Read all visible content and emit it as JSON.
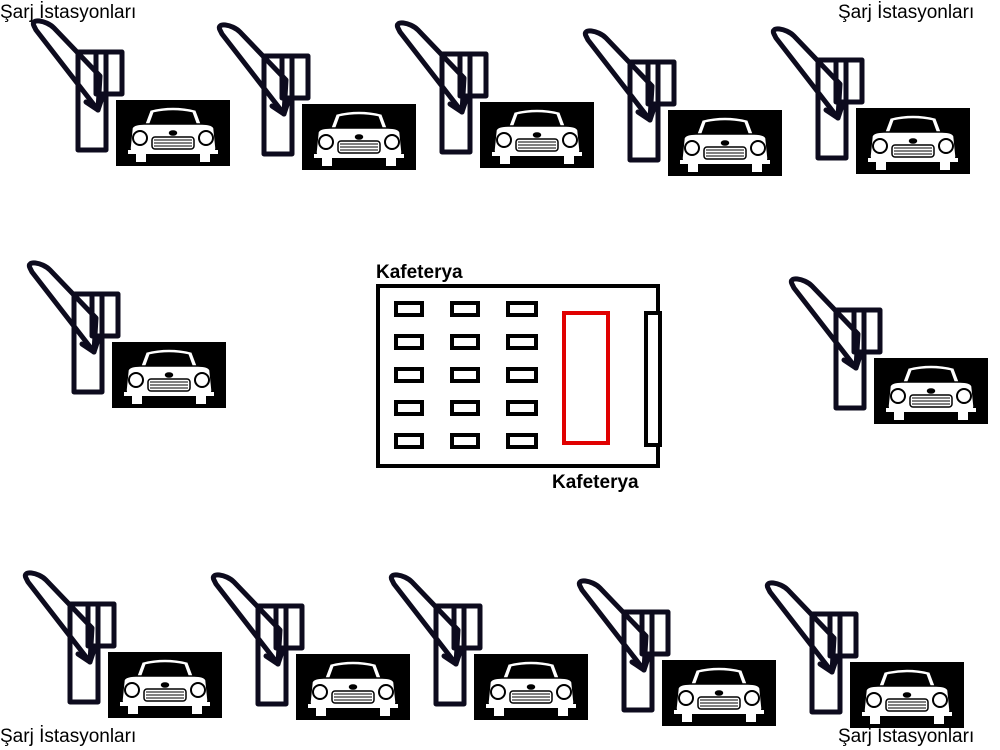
{
  "labels": {
    "top_left": "Şarj İstasyonları",
    "top_right": "Şarj İstasyonları",
    "bottom_left": "Şarj İstasyonları",
    "bottom_right": "Şarj İstasyonları",
    "cafeteria_top": "Kafeterya",
    "cafeteria_bottom": "Kafeterya"
  },
  "colors": {
    "station_outline": "#0d0b1e",
    "counter": "#e00000",
    "car_background": "#000000",
    "car_body": "#ffffff"
  },
  "icons": {
    "station": "charging-station-icon",
    "car": "car-icon"
  },
  "station_count": 12,
  "cafeteria": {
    "table_rows": 5,
    "table_columns": 3
  }
}
